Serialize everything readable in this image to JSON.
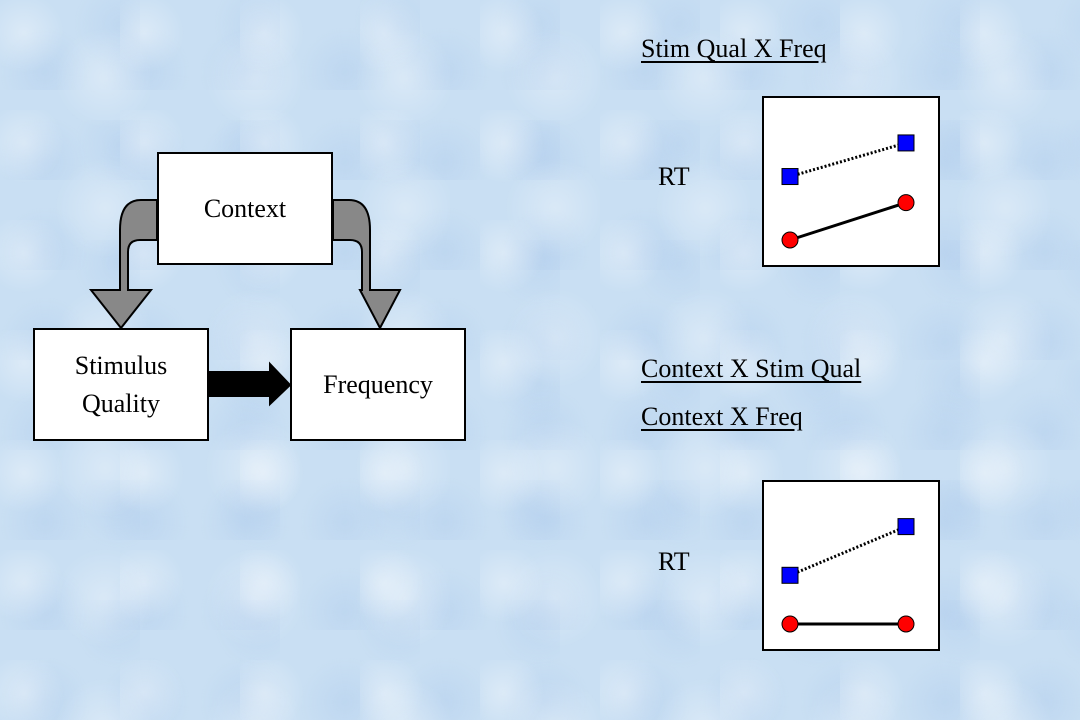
{
  "diagram": {
    "context_label": "Context",
    "stimulus_label_line1": "Stimulus",
    "stimulus_label_line2": "Quality",
    "frequency_label": "Frequency",
    "arrow_fill_color": "#888888"
  },
  "interaction_plots": [
    {
      "headings": [
        "Stim Qual X Freq"
      ],
      "ylabel": "RT",
      "series": [
        {
          "marker": "square",
          "color": "#0000ff",
          "line": "dotted",
          "values": [
            1.7,
            2.6
          ]
        },
        {
          "marker": "circle",
          "color": "#ff0000",
          "line": "solid",
          "values": [
            0.0,
            1.0
          ]
        }
      ]
    },
    {
      "headings": [
        "Context X Stim Qual",
        "Context X Freq"
      ],
      "ylabel": "RT",
      "series": [
        {
          "marker": "square",
          "color": "#0000ff",
          "line": "dotted",
          "values": [
            1.0,
            2.0
          ]
        },
        {
          "marker": "circle",
          "color": "#ff0000",
          "line": "solid",
          "values": [
            0.0,
            0.0
          ]
        }
      ]
    }
  ],
  "chart_data": [
    {
      "type": "line",
      "title": "Stim Qual X Freq",
      "ylabel": "RT",
      "x": [
        1,
        2
      ],
      "ylim": [
        0,
        3
      ],
      "series": [
        {
          "values": [
            1.7,
            2.6
          ]
        },
        {
          "values": [
            0.0,
            1.0
          ]
        }
      ]
    },
    {
      "type": "line",
      "title": "Context X Stim Qual / Context X Freq",
      "ylabel": "RT",
      "x": [
        1,
        2
      ],
      "ylim": [
        0,
        2.3
      ],
      "series": [
        {
          "values": [
            1.0,
            2.0
          ]
        },
        {
          "values": [
            0.0,
            0.0
          ]
        }
      ]
    }
  ]
}
